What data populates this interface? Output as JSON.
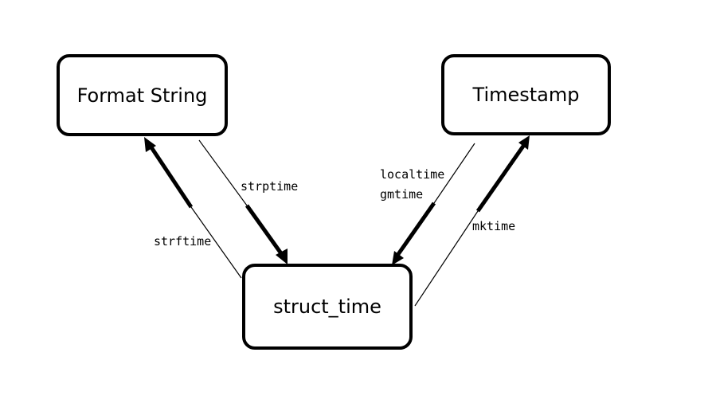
{
  "nodes": {
    "format_string": "Format String",
    "timestamp": "Timestamp",
    "struct_time": "struct_time"
  },
  "edges": {
    "strptime": "strptime",
    "strftime": "strftime",
    "localtime": "localtime",
    "gmtime": "gmtime",
    "mktime": "mktime"
  },
  "colors": {
    "stroke": "#000000",
    "background": "#ffffff"
  }
}
